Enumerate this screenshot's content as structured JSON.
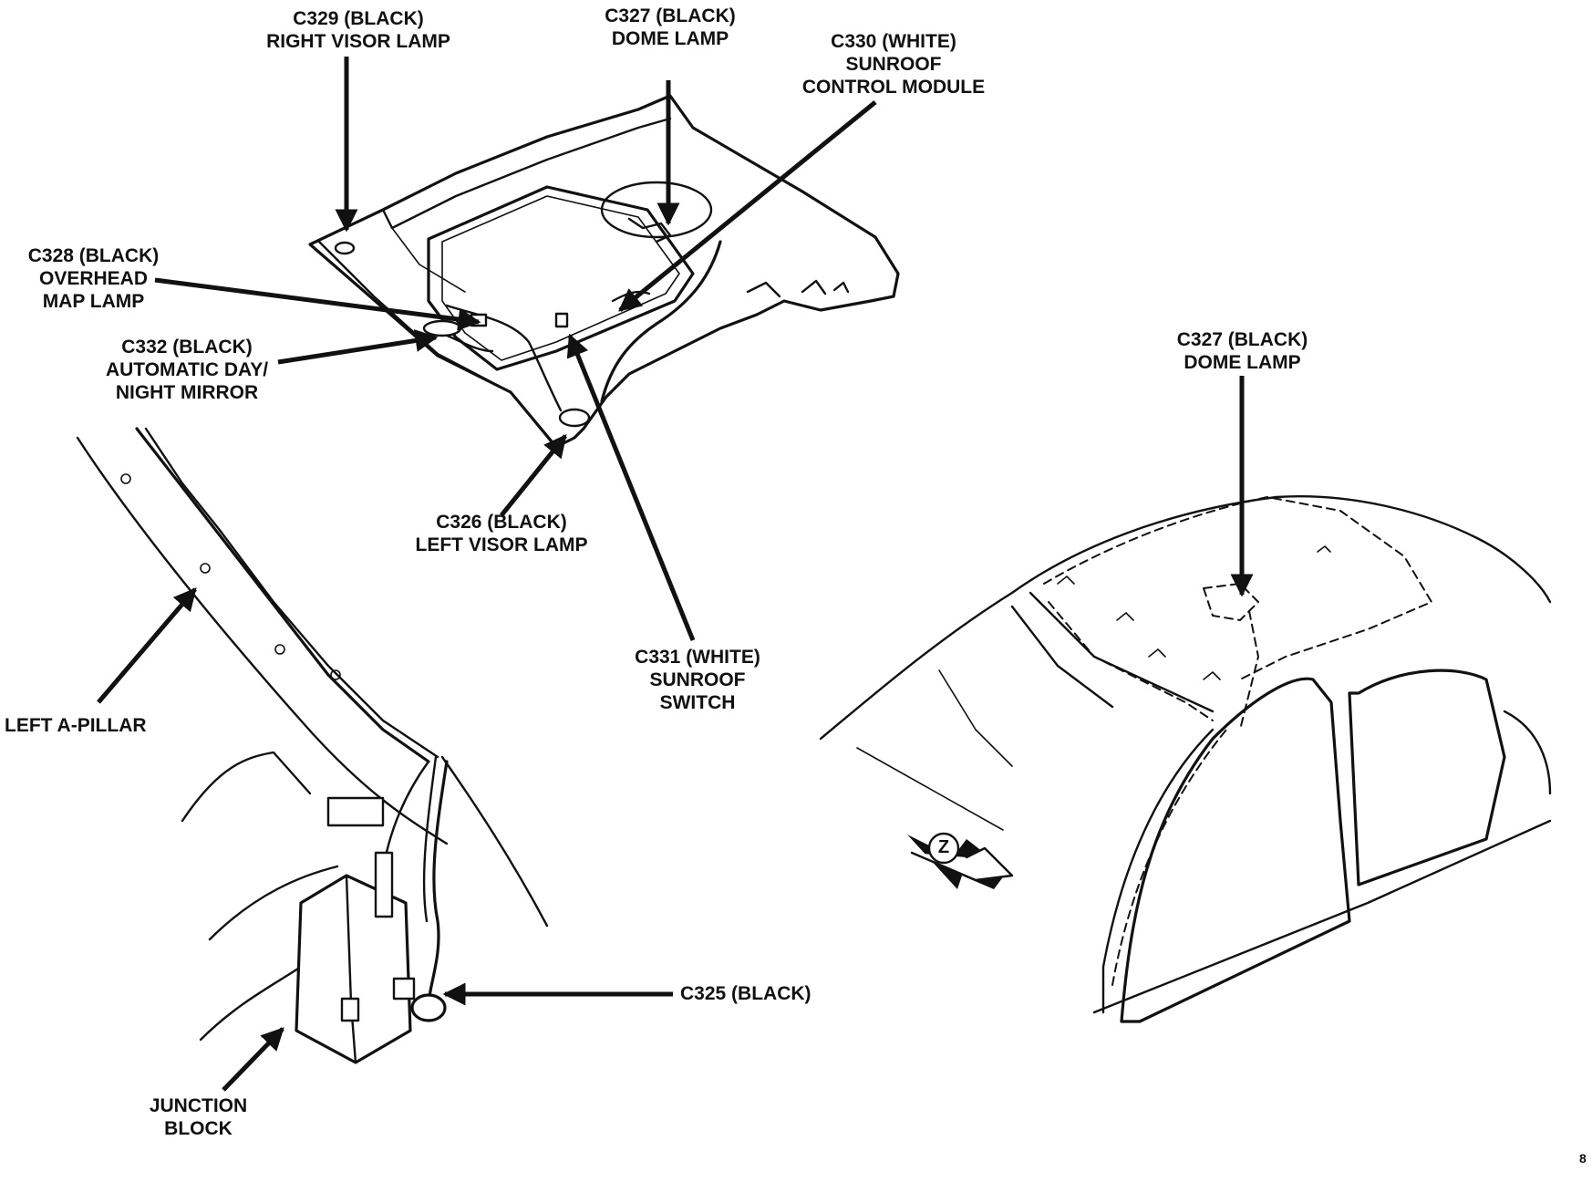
{
  "labels": {
    "c329": [
      "C329 (BLACK)",
      "RIGHT VISOR LAMP"
    ],
    "c327_top": [
      "C327 (BLACK)",
      "DOME LAMP"
    ],
    "c330": [
      "C330 (WHITE)",
      "SUNROOF",
      "CONTROL MODULE"
    ],
    "c328": [
      "C328 (BLACK)",
      "OVERHEAD",
      "MAP LAMP"
    ],
    "c332": [
      "C332 (BLACK)",
      "AUTOMATIC DAY/",
      "NIGHT MIRROR"
    ],
    "c326": [
      "C326 (BLACK)",
      "LEFT VISOR LAMP"
    ],
    "c331": [
      "C331 (WHITE)",
      "SUNROOF",
      "SWITCH"
    ],
    "c327_car": [
      "C327 (BLACK)",
      "DOME LAMP"
    ],
    "a_pillar": "LEFT A-PILLAR",
    "c325": "C325 (BLACK)",
    "junction": [
      "JUNCTION",
      "BLOCK"
    ],
    "view_marker": "Z",
    "corner_code": "8"
  },
  "colors": {
    "ink": "#111111",
    "background": "#ffffff"
  }
}
